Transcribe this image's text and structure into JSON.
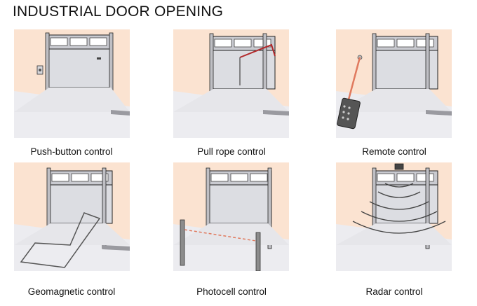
{
  "title": "INDUSTRIAL DOOR OPENING",
  "colors": {
    "wall": "#fbe3d1",
    "floor": "#ececf0",
    "door": "#dcdde2",
    "outline": "#222222",
    "accent_red": "#b2282a",
    "beam": "#e07a5f",
    "pole": "#8c8c8c"
  },
  "panels": [
    {
      "caption": "Push-button control",
      "icon": "push-button-icon"
    },
    {
      "caption": "Pull rope control",
      "icon": "pull-rope-icon"
    },
    {
      "caption": "Remote control",
      "icon": "remote-control-icon"
    },
    {
      "caption": "Geomagnetic control",
      "icon": "floor-loop-icon"
    },
    {
      "caption": "Photocell control",
      "icon": "photocell-icon"
    },
    {
      "caption": "Radar control",
      "icon": "radar-sensor-icon"
    }
  ]
}
